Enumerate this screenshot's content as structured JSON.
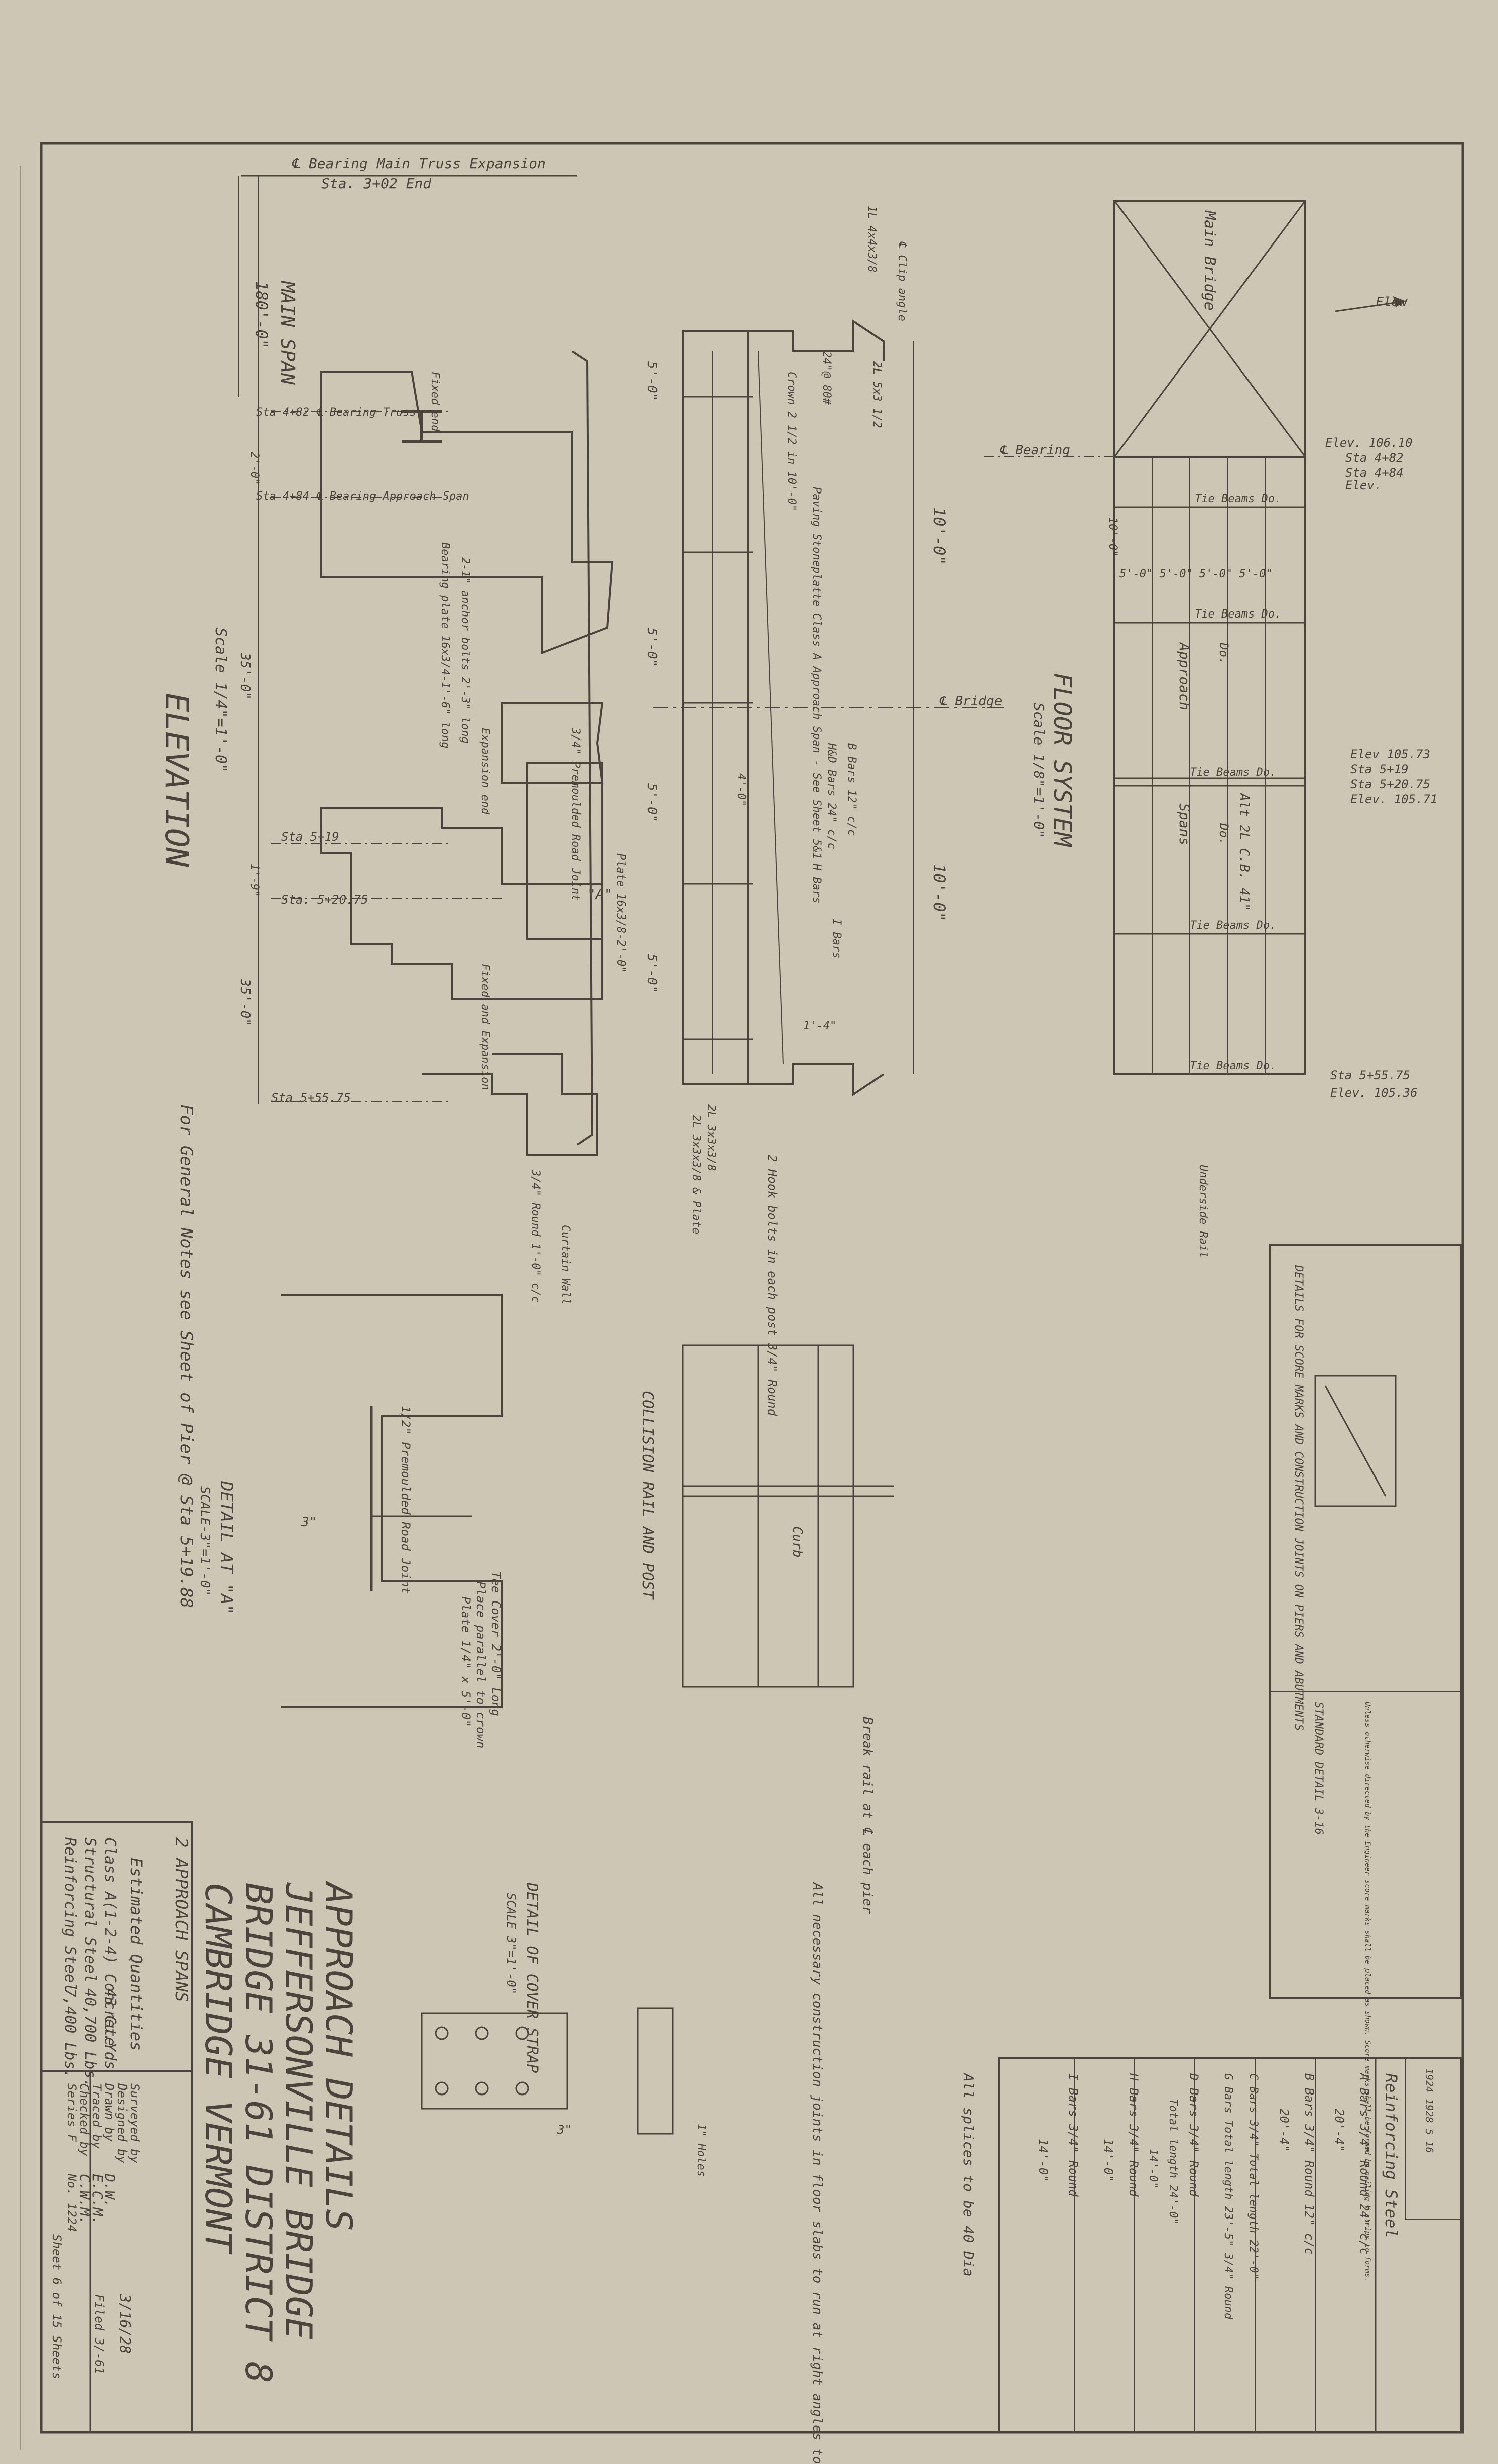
{
  "title_block": {
    "line1": "APPROACH DETAILS",
    "line2": "JEFFERSONVILLE BRIDGE",
    "line3": "BRIDGE 31-61 DISTRICT 8",
    "line4": "CAMBRIDGE VERMONT"
  },
  "elevation": {
    "title": "ELEVATION",
    "scale": "Scale 1/4\"=1'-0\"",
    "main_span_label": "MAIN SPAN",
    "main_span_length": "180'-0\"",
    "bearing_header_1": "℄ Bearing Main Truss   Expansion",
    "bearing_header_2": "Sta. 3+02        End",
    "sta_482": "Sta 4+82 ℄ Bearing Truss",
    "sta_484": "Sta 4+84 ℄ Bearing Approach Span",
    "sta_519": "Sta 5+19",
    "sta_52075": "Sta. 5+20.75",
    "sta_55575": "Sta 5+55.75",
    "dim_35_upper": "35'-0\"",
    "dim_35_lower": "35'-0\"",
    "dim_2_0": "2'-0\"",
    "dim_1_9": "1'-9\"",
    "bearing_plate": "Bearing plate 16x3/4-1'-6\" long",
    "anchor_bolts": "2-1\" anchor bolts 2'-3\" long",
    "expansion_end": "Expansion end",
    "fixed_end": "Fixed end",
    "fixed_expansion": "Fixed and Expansion",
    "round_1_0": "3/4\" Round 1'-0\" c/c",
    "curtain_wall": "Curtain Wall",
    "premoulded": "3/4\" Premoulded Road Joint",
    "plate": "Plate 16x3/8-2'-0\"",
    "detail_a_marker": "\"A\""
  },
  "cross_section": {
    "dim_10_top": "10'-0\"",
    "dim_10_bottom": "10'-0\"",
    "bridge_cl": "℄ Bridge",
    "dim_5_a": "5'-0\"",
    "dim_5_b": "5'-0\"",
    "dim_5_c": "5'-0\"",
    "dim_5_d": "5'-0\"",
    "dim_4_0": "4'-0\"",
    "clip_angle": "℄ Clip angle",
    "angles_top": "1L 4x4x3/8",
    "channel": "2L 5x3 1/2",
    "beam_label": "24\"@ 80#",
    "crown": "Crown 2 1/2 in 10'-0\"",
    "paving": "Paving Stoneplatte Class A Approach Span - See Sheet 5&1",
    "h_bars": "H&D Bars 24\" c/c",
    "b_bars": "B Bars 12\" c/c",
    "h_bars_2": "H Bars",
    "i_bars": "I Bars",
    "dim_1_4": "1'-4\"",
    "hook_bolts": "2 Hook bolts in each post 3/4\" Round",
    "bottom_angles": "2L 3x3x3/8",
    "plates": "2L 3x3x3/8 & Plate"
  },
  "floor_system": {
    "title": "FLOOR SYSTEM",
    "scale": "Scale 1/8\"=1'-0\"",
    "main_bridge": "Main Bridge",
    "flow": "Flow",
    "bearing": "℄ Bearing",
    "elev_10610": "Elev. 106.10",
    "sta_482": "Sta 4+82",
    "sta_484": "Sta 4+84",
    "elev": "Elev.",
    "tie_beams_1": "Tie Beams Do.",
    "tie_beams_2": "Tie Beams Do.",
    "tie_beams_3": "Tie Beams Do.",
    "tie_beams_4": "Tie Beams Do.",
    "tie_beams_5": "Tie Beams Do.",
    "spacing": "5'-0\"  5'-0\"  5'-0\"  5'-0\"",
    "dim_10": "10'-0\"",
    "approach": "Approach",
    "spans": "Spans",
    "do_1": "Do.",
    "do_2": "Do.",
    "alt_beams": "Alt 2L C.B. 41\"",
    "elev_10573": "Elev 105.73",
    "sta_519": "Sta 5+19",
    "sta_520": "Sta 5+20.75",
    "elev_10571": "Elev. 105.71",
    "sta_555": "Sta 5+55.75",
    "elev_10536": "Elev. 105.36",
    "underside": "Underside Rail"
  },
  "collision_rail": {
    "title": "COLLISION RAIL AND POST",
    "curb": "Curb",
    "break_note": "Break rail at ℄ each pier"
  },
  "detail_a": {
    "title": "DETAIL AT \"A\"",
    "scale": "SCALE-3\"=1'-0\"",
    "premoulded": "1/2\" Premoulded Road Joint",
    "tee": "Tee Cover 2'-0\" Long",
    "plate_note": "Place parallel to crown",
    "plate": "Plate 1/4\" x 5'-0\"",
    "dim_3": "3\""
  },
  "cover_strap": {
    "title": "DETAIL OF COVER STRAP",
    "scale": "SCALE 3\"=1'-0\"",
    "dim_3": "3\"",
    "holes": "1\" Holes"
  },
  "notes": {
    "general": "For General Notes see Sheet of Pier @ Sta 5+19.88",
    "joints": "All necessary construction joints in floor slabs to run at right angles to I Beams",
    "splices": "All splices to be 40 Dia"
  },
  "reinforcing_steel": {
    "title": "Reinforcing Steel",
    "a_bars": "A Bars 3/4\" Round 24\" c/c",
    "a_len": "20'-4\"",
    "b_bars": "B Bars 3/4\" Round 12\" c/c",
    "b_len": "20'-4\"",
    "c_bars": "C Bars 3/4\" Total length 22'-0\"",
    "g_bars": "G Bars Total length 23'-5\" 3/4\" Round",
    "d_bars": "D Bars 3/4\" Round",
    "d_len": "Total length 24'-0\"",
    "d_seg": "14'-0\"",
    "h_bars": "H Bars 3/4\" Round",
    "h_len": "14'-0\"",
    "i_bars": "I Bars 3/4\" Round",
    "i_len": "14'-0\""
  },
  "standard_detail": {
    "title": "STANDARD DETAIL 3-16",
    "caption": "DETAILS FOR SCORE MARKS AND CONSTRUCTION JOINTS ON PIERS AND ABUTMENTS",
    "notes": "Unless otherwise directed by the Engineer score marks shall be placed as shown. Score marks shall be formed by nailing V strips to forms."
  },
  "quantities": {
    "spans": "2 APPROACH SPANS",
    "heading": "Estimated Quantities",
    "concrete_label": "Class A(1-2-4) Concrete",
    "concrete_val": "43 Cu.Yds",
    "steel_label": "Structural Steel",
    "steel_val": "40,700 Lbs.",
    "reinf_label": "Reinforcing Steel",
    "reinf_val": "7,400 Lbs."
  },
  "signature_block": {
    "surveyed": "Surveyed by",
    "designed": "Designed by",
    "drawn": "Drawn by",
    "drawn_val": "D.W.",
    "traced": "Traced by",
    "traced_val": "E.C.M.",
    "checked": "Checked by",
    "checked_val": "C.W.M.",
    "series": "Series F",
    "series_val": "No. 1224",
    "date": "3/16/28",
    "filed": "Filed 3/-61",
    "sheet": "Sheet 6 of 15 Sheets"
  },
  "stamp": {
    "row1": "1924  1928  5  16"
  }
}
